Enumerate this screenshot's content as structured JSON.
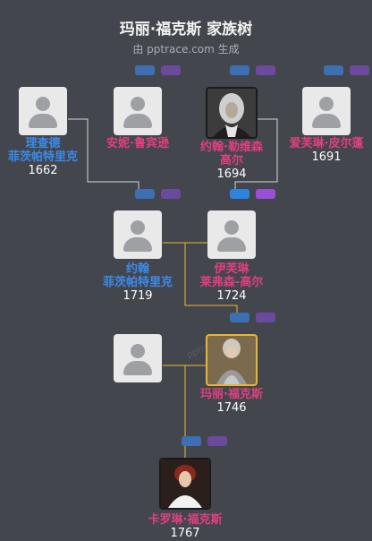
{
  "header": {
    "title": "玛丽·福克斯 家族树",
    "subtitle": "由 pptrace.com 生成"
  },
  "watermark": "pptrace",
  "colors": {
    "background": "#43464d",
    "male": "#3b8bec",
    "female": "#e0407e",
    "line": "#d6d6d6",
    "highlight_line": "#e8b630"
  },
  "people": {
    "richard": {
      "name1": "理查德",
      "name2": "菲茨帕特里克",
      "year": "1662"
    },
    "anne": {
      "name1": "安妮·鲁宾逊",
      "name2": "",
      "year": ""
    },
    "john_leveson": {
      "name1": "约翰·勒维森",
      "name2": "高尔",
      "year": "1694"
    },
    "evelyn_pierrepont": {
      "name1": "爱芙琳·皮尔蓬",
      "name2": "",
      "year": "1691"
    },
    "john_fitz": {
      "name1": "约翰",
      "name2": "菲茨帕特里克",
      "year": "1719"
    },
    "evelyn_gower": {
      "name1": "伊芙琳",
      "name2": "莱弗森-高尔",
      "year": "1724"
    },
    "unknown_spouse": {
      "name1": "",
      "name2": "",
      "year": ""
    },
    "mary": {
      "name1": "玛丽·福克斯",
      "name2": "",
      "year": "1746"
    },
    "caroline": {
      "name1": "卡罗琳·福克斯",
      "name2": "",
      "year": "1767"
    }
  }
}
